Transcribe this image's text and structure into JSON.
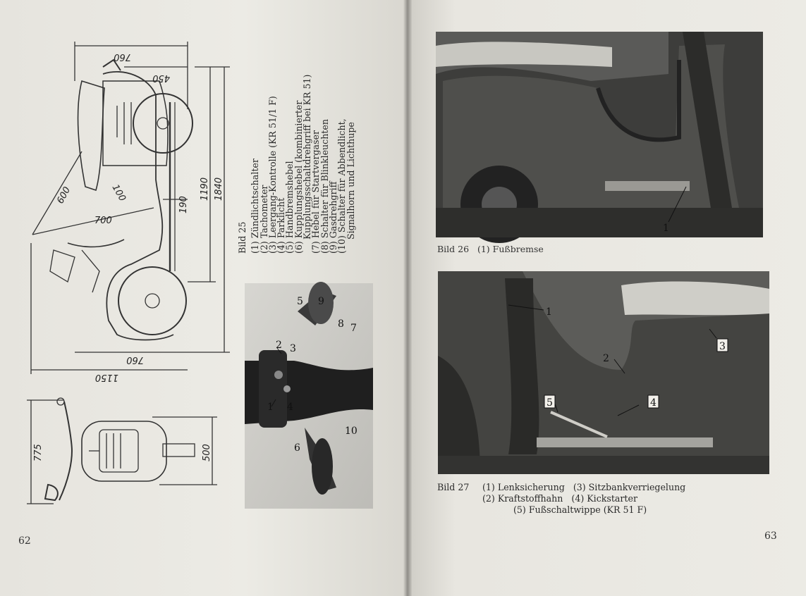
{
  "left_page": {
    "page_number": "62",
    "dimensions": {
      "d760_top": "760",
      "d450": "450",
      "d600": "600",
      "d700": "700",
      "d100": "100",
      "d190": "190",
      "d1190": "1190",
      "d1840": "1840",
      "d760_bottom": "760",
      "d1150": "1150",
      "d775": "775",
      "d500": "500"
    },
    "handle_callouts": [
      "1",
      "2",
      "3",
      "4",
      "5",
      "6",
      "7",
      "8",
      "9",
      "10"
    ],
    "caption": {
      "title": "Bild 25",
      "items": [
        "(1) Zündlichtschalter",
        "(2) Tachometer",
        "(3) Leergang-Kontrolle (KR 51/1 F)",
        "(4) Parklicht",
        "(5) Handbremshebel",
        "(6) Kupplungshebel (kombinierter",
        "     Kupplungsschaltdrehgriff bei KR 51)",
        "(7) Hebel für Startvergaser",
        "(8) Schalter für Blinkleuchten",
        "(9) Gasdrehgriff",
        "(10) Schalter für Abbendlicht,",
        "     Signalhorn und Lichthupe"
      ]
    }
  },
  "right_page": {
    "page_number": "63",
    "figure26": {
      "callout": "1",
      "caption": "Bild 26   (1) Fußbremse"
    },
    "figure27": {
      "callouts": [
        "1",
        "2",
        "3",
        "4",
        "5"
      ],
      "caption_title": "Bild 27",
      "line1_a": "(1) Lenksicherung",
      "line1_b": "(3) Sitzbankverriegelung",
      "line2_a": "(2) Kraftstoffhahn",
      "line2_b": "(4) Kickstarter",
      "line3": "(5) Fußschaltwippe (KR 51 F)"
    }
  }
}
